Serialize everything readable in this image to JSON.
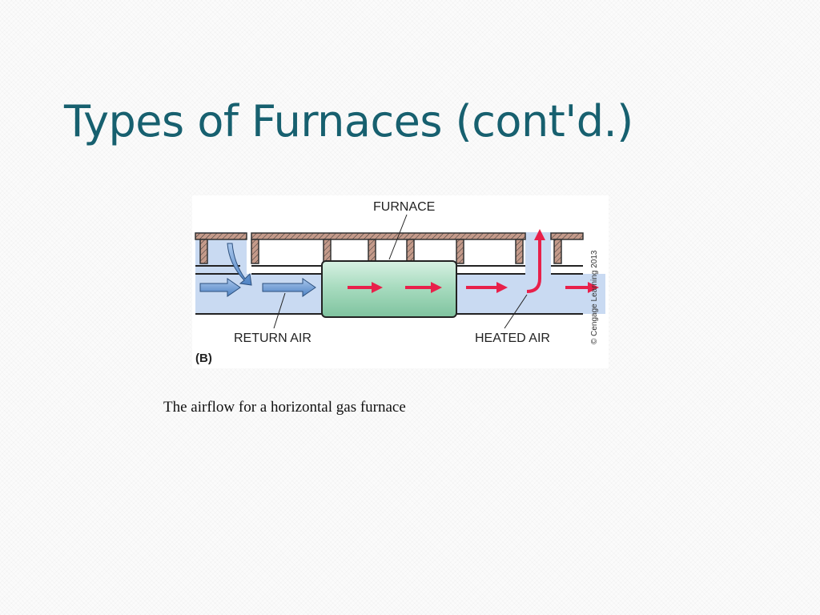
{
  "slide": {
    "title": "Types of Furnaces (cont'd.)",
    "caption": "The airflow for a horizontal gas furnace"
  },
  "diagram": {
    "labels": {
      "furnace": "FURNACE",
      "return_air": "RETURN AIR",
      "heated_air": "HEATED AIR",
      "panel": "(B)",
      "credit": "© Cengage Learning 2013"
    },
    "colors": {
      "duct_air": "#c9daf2",
      "furnace_body": "#a9dcc0",
      "joist": "#c49a8a",
      "return_arrow": "#5b8fcf",
      "heated_arrow": "#e8204a"
    }
  }
}
